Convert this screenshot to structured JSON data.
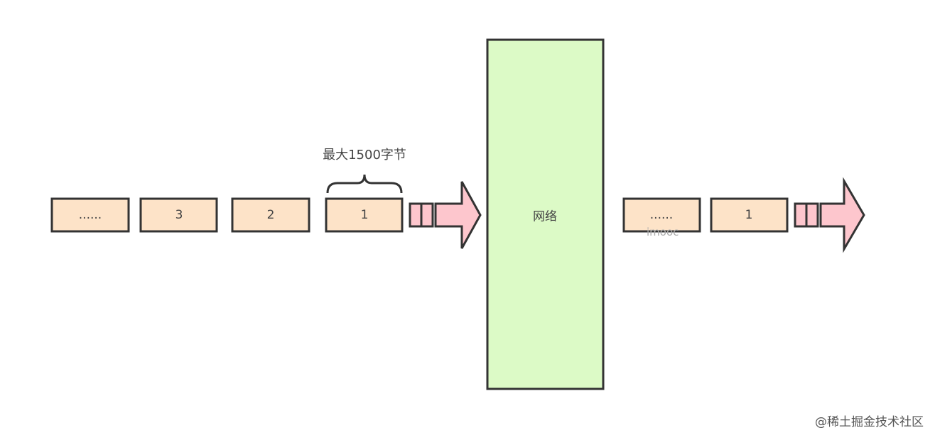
{
  "colors": {
    "packet": "#fde3c8",
    "arrow": "#fdc6cd",
    "network": "#dcfac6",
    "stroke": "#333333"
  },
  "sender": {
    "packets": [
      "......",
      "3",
      "2",
      "1"
    ],
    "size_label": "最大1500字节"
  },
  "network": {
    "label": "网络"
  },
  "receiver": {
    "packets": [
      "......",
      "1"
    ]
  },
  "watermark": "imooc",
  "footer": "@稀土掘金技术社区"
}
